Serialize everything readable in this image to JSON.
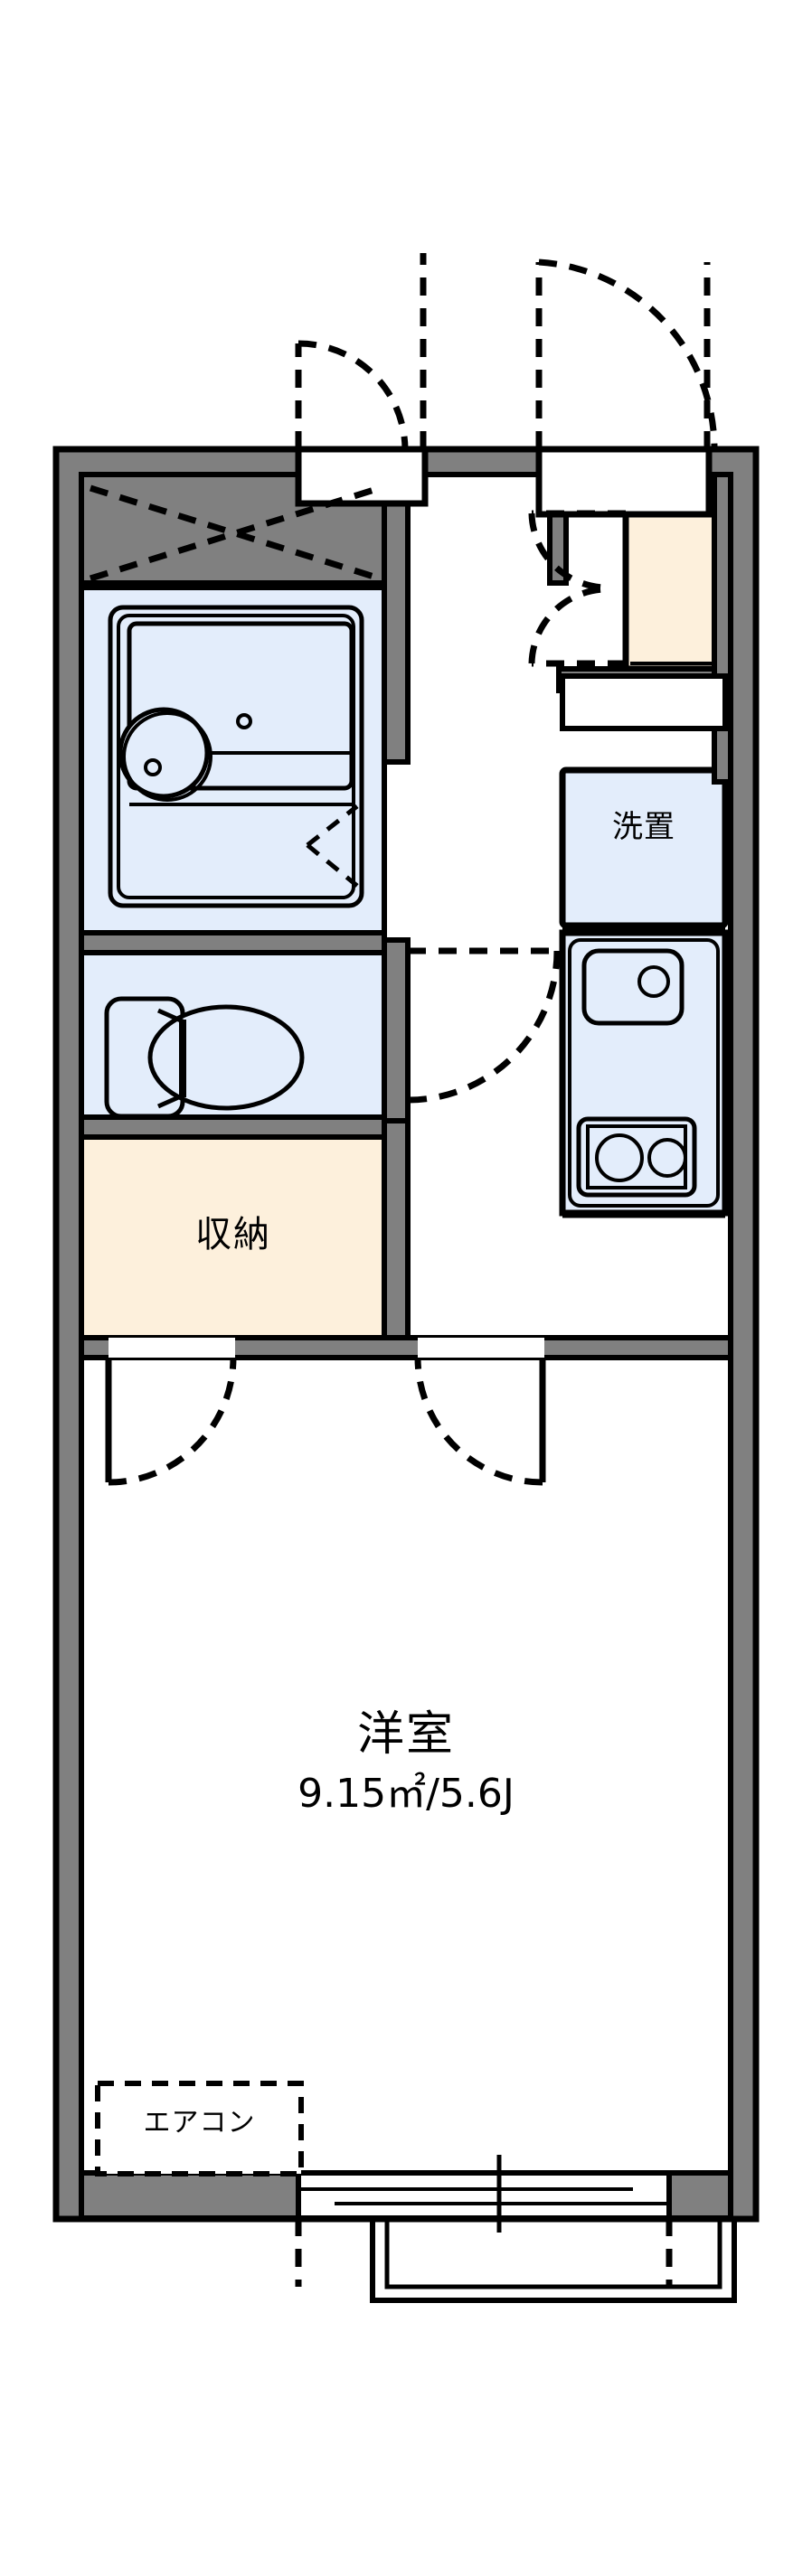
{
  "document": {
    "type": "floor-plan",
    "layout_type": "1K",
    "background_color": "#ffffff",
    "line_color": "#000000"
  },
  "palette": {
    "wall_fill": "#808080",
    "wall_outline": "#000000",
    "water_area_fill": "#e3edfb",
    "storage_fill": "#fdf0dc",
    "room_fill": "#ffffff",
    "text": "#000000"
  },
  "rooms": [
    {
      "id": "western-room",
      "name": "洋室",
      "area_metric": "9.15㎡",
      "area_jo": "5.6J",
      "area_label": "9.15㎡/5.6J",
      "fill": "#ffffff"
    },
    {
      "id": "closet",
      "name": "収納",
      "fill": "#fdf0dc"
    },
    {
      "id": "washer-space",
      "name": "洗置",
      "fill": "#e3edfb"
    },
    {
      "id": "unit-bath",
      "name": "",
      "fill": "#e3edfb"
    },
    {
      "id": "toilet",
      "name": "",
      "fill": "#e3edfb"
    },
    {
      "id": "kitchen",
      "name": "",
      "fill": "#e3edfb"
    },
    {
      "id": "entrance",
      "name": "",
      "fill": "#ffffff"
    },
    {
      "id": "shoe-cabinet",
      "name": "",
      "fill": "#fdf0dc"
    }
  ],
  "annotations": {
    "air_conditioner": "エアコン",
    "washer_space": "洗置",
    "closet": "収納",
    "room_title": "洋室",
    "room_size": "9.15㎡/5.6J"
  },
  "fixtures": [
    {
      "id": "bathtub",
      "label": "bathtub"
    },
    {
      "id": "washbasin",
      "label": "washbasin"
    },
    {
      "id": "toilet-bowl",
      "label": "toilet"
    },
    {
      "id": "kitchen-sink",
      "label": "sink"
    },
    {
      "id": "gas-stove",
      "label": "two-burner-stove"
    },
    {
      "id": "balcony",
      "label": "balcony"
    },
    {
      "id": "sliding-window",
      "label": "sliding-glass-door"
    },
    {
      "id": "entrance-door",
      "label": "entrance-door"
    }
  ]
}
